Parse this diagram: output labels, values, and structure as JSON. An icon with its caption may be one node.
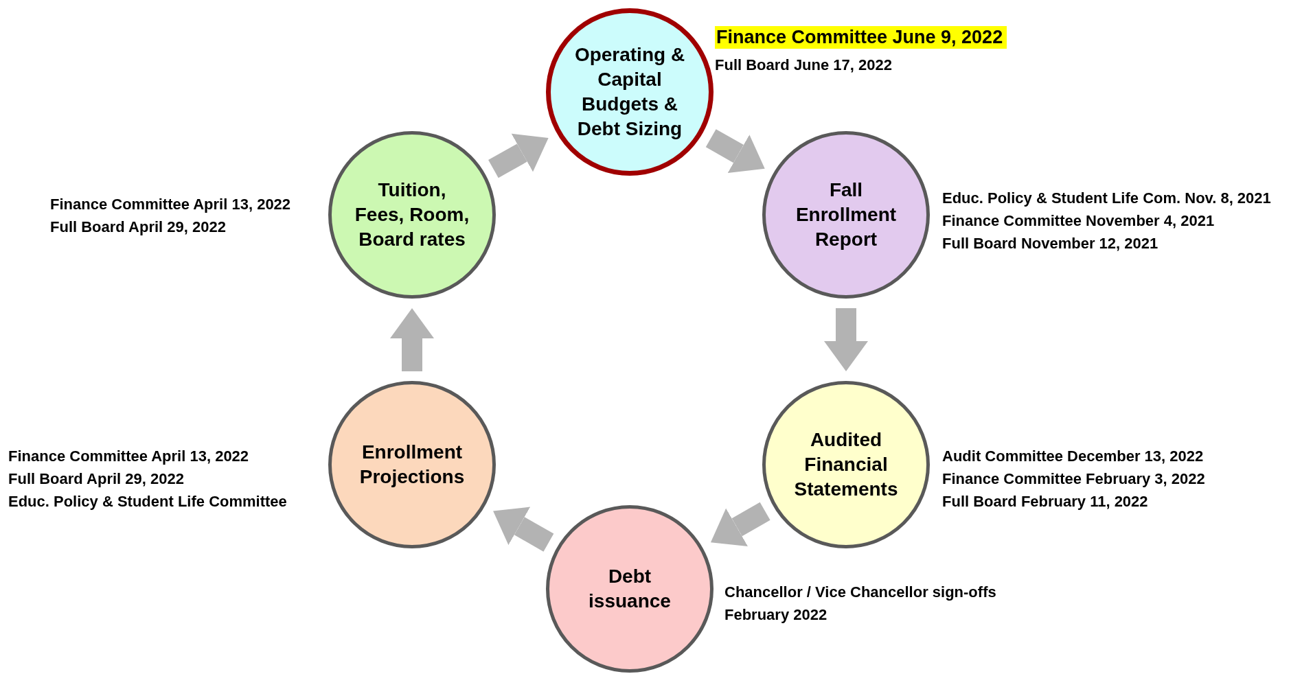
{
  "diagram": {
    "nodes": [
      {
        "text": [
          "Operating & Capital Budgets & Debt Sizing"
        ],
        "beside": [
          "Finance Committee June 9, 2022",
          "Full Board June 17, 2022"
        ]
      },
      {
        "text": [
          "Fall Enrollment Report"
        ],
        "beside": [
          "Educ. Policy & Student Life Com. Nov. 8, 2021",
          "Finance Committee November 4, 2021",
          "Full Board November 12, 2021"
        ]
      },
      {
        "text": [
          "Audited Financial Statements"
        ],
        "beside": [
          "Audit Committee December 13, 2022",
          "Finance Committee February 3, 2022",
          "Full Board February 11, 2022"
        ]
      },
      {
        "text": [
          "Debt issuance"
        ],
        "beside": [
          "Chancellor / Vice Chancellor sign-offs",
          "February 2022"
        ]
      },
      {
        "text": [
          "Enrollment Projections"
        ],
        "beside": [
          "Finance Committee April 13, 2022",
          "Full Board April 29, 2022",
          "Educ. Policy & Student Life Committee"
        ]
      },
      {
        "text": [
          "Tuition, Fees, Room, Board rates"
        ],
        "beside": [
          "Finance Committee April 13, 2022",
          "Full Board April 29, 2022"
        ]
      }
    ],
    "edges": [
      {
        "from": 0,
        "to": 1,
        "arrow": "to"
      },
      {
        "from": 1,
        "to": 2,
        "arrow": "to"
      },
      {
        "from": 2,
        "to": 3,
        "arrow": "to"
      },
      {
        "from": 3,
        "to": 4,
        "arrow": "to"
      },
      {
        "from": 4,
        "to": 5,
        "arrow": "to"
      },
      {
        "from": 5,
        "to": 0,
        "arrow": "to"
      }
    ]
  }
}
